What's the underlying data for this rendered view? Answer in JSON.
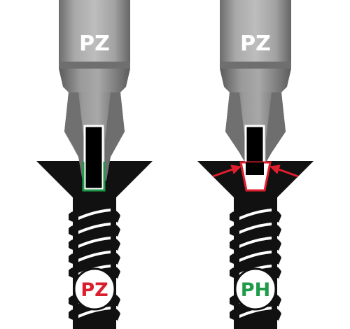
{
  "left": {
    "bit_label": "PZ",
    "screw_label": "PZ",
    "fit_color": "#1f9a48",
    "badge_color": "#d91f2d"
  },
  "right": {
    "bit_label": "PZ",
    "screw_label": "PH",
    "fit_color": "#e01e2d",
    "badge_color": "#1f9a48"
  },
  "colors": {
    "steel_light": "#b4b4b4",
    "steel_mid": "#8e8e8e",
    "steel_dark": "#5f5f5f",
    "screw": "#111111"
  }
}
